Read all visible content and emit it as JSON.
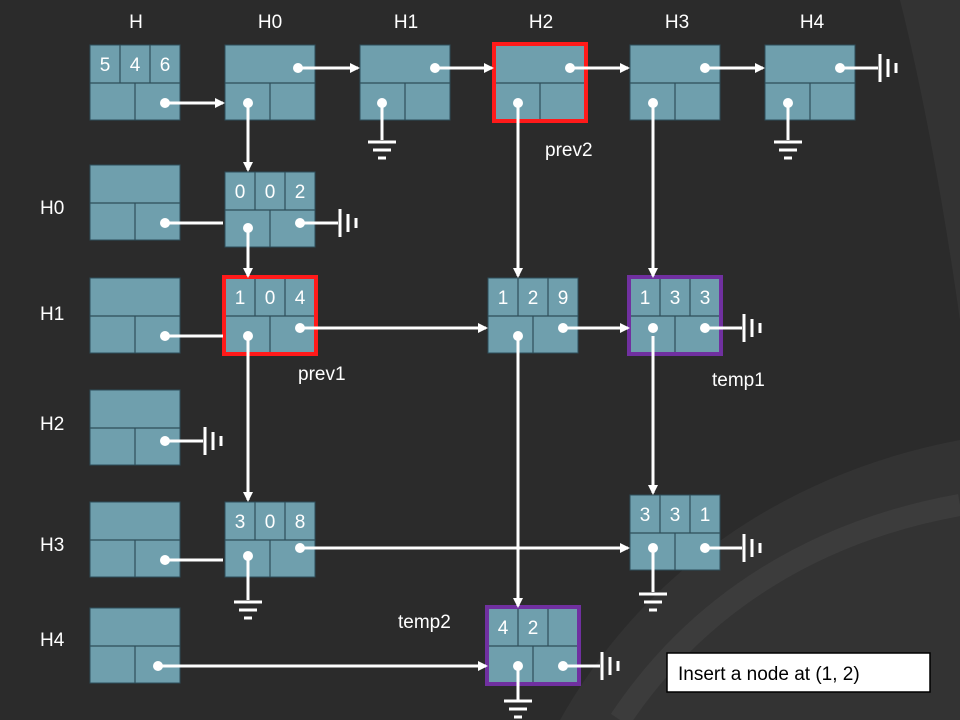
{
  "colors": {
    "background": "#2b2b2b",
    "node_fill": "#6f9fad",
    "highlight_prev": "#ff1a1a",
    "highlight_temp": "#7030a0",
    "arrow": "#ffffff"
  },
  "column_headers": [
    "H",
    "H0",
    "H1",
    "H2",
    "H3",
    "H4"
  ],
  "row_headers": [
    "H0",
    "H1",
    "H2",
    "H3",
    "H4"
  ],
  "head_node_values": [
    "5",
    "4",
    "6"
  ],
  "nodes": [
    {
      "id": "n002",
      "values": [
        "0",
        "0",
        "2"
      ]
    },
    {
      "id": "n104",
      "values": [
        "1",
        "0",
        "4"
      ],
      "highlight": "prev"
    },
    {
      "id": "n129",
      "values": [
        "1",
        "2",
        "9"
      ]
    },
    {
      "id": "n133",
      "values": [
        "1",
        "3",
        "3"
      ],
      "highlight": "temp"
    },
    {
      "id": "n331",
      "values": [
        "3",
        "3",
        "1"
      ]
    },
    {
      "id": "n308",
      "values": [
        "3",
        "0",
        "8"
      ]
    },
    {
      "id": "n42",
      "values": [
        "4",
        "2",
        ""
      ],
      "highlight": "temp"
    }
  ],
  "pointer_labels": {
    "prev1": "prev1",
    "prev2": "prev2",
    "temp1": "temp1",
    "temp2": "temp2"
  },
  "caption": "Insert a node at (1, 2)",
  "ground_icon": "ground-symbol-icon"
}
